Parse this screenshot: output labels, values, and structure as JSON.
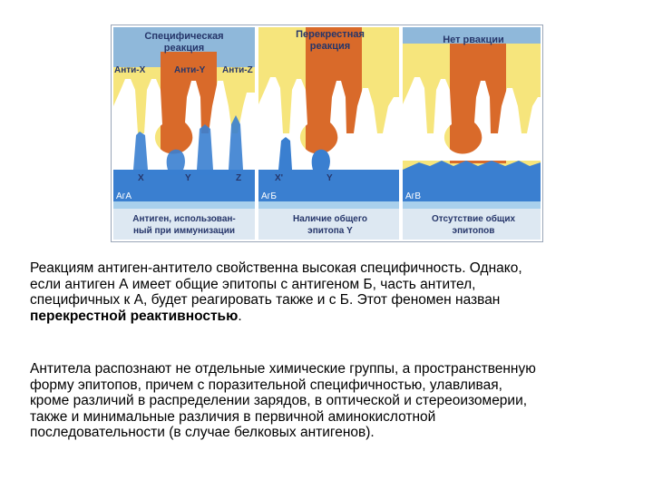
{
  "figure": {
    "panels": [
      {
        "title_lines": [
          "Специфическая",
          "реакция"
        ],
        "antibody_labels": [
          "Анти-X",
          "Анти-Y",
          "Анти-Z"
        ],
        "epitope_labels": [
          "X",
          "Y",
          "Z"
        ],
        "antigen_label": "АгА",
        "caption_lines": [
          "Антиген, использован-",
          "ный при иммунизации"
        ]
      },
      {
        "title_lines": [
          "Перекрестная",
          "реакция"
        ],
        "epitope_labels": [
          "X'",
          "Y"
        ],
        "antigen_label": "АгБ",
        "caption_lines": [
          "Наличие общего",
          "эпитопа Y"
        ]
      },
      {
        "title_lines": [
          "Нет рвакции"
        ],
        "antigen_label": "АгВ",
        "caption_lines": [
          "Отсутствие общих",
          "эпитопов"
        ]
      }
    ],
    "colors": {
      "header_bg": "#8fb8da",
      "yellow": "#f6e57c",
      "orange": "#d96a2a",
      "blue": "#3a7fd0",
      "light_blue": "#a9d0ec",
      "caption_bg": "#dde8f2",
      "label_navy": "#26366a"
    }
  },
  "text": {
    "para1": {
      "line1": "Реакциям антиген-антитело свойственна высокая специфичность. Однако,",
      "line2": "если антиген А имеет общие эпитопы с антигеном Б, часть антител,",
      "line3": "специфичных к А, будет реагировать также и с Б. Этот феномен назван",
      "line4_term": "перекрестной реактивностью",
      "line4_end": "."
    },
    "para2": {
      "line1": "Антитела распознают не отдельные химические группы, а пространственную",
      "line2": "форму эпитопов, причем с поразительной специфичностью, улавливая,",
      "line3": "кроме различий в распределении зарядов, в оптической и стереоизомерии,",
      "line4": "также и минимальные различия в первичной аминокислотной",
      "line5": "последовательности (в случае белковых антигенов)."
    }
  }
}
